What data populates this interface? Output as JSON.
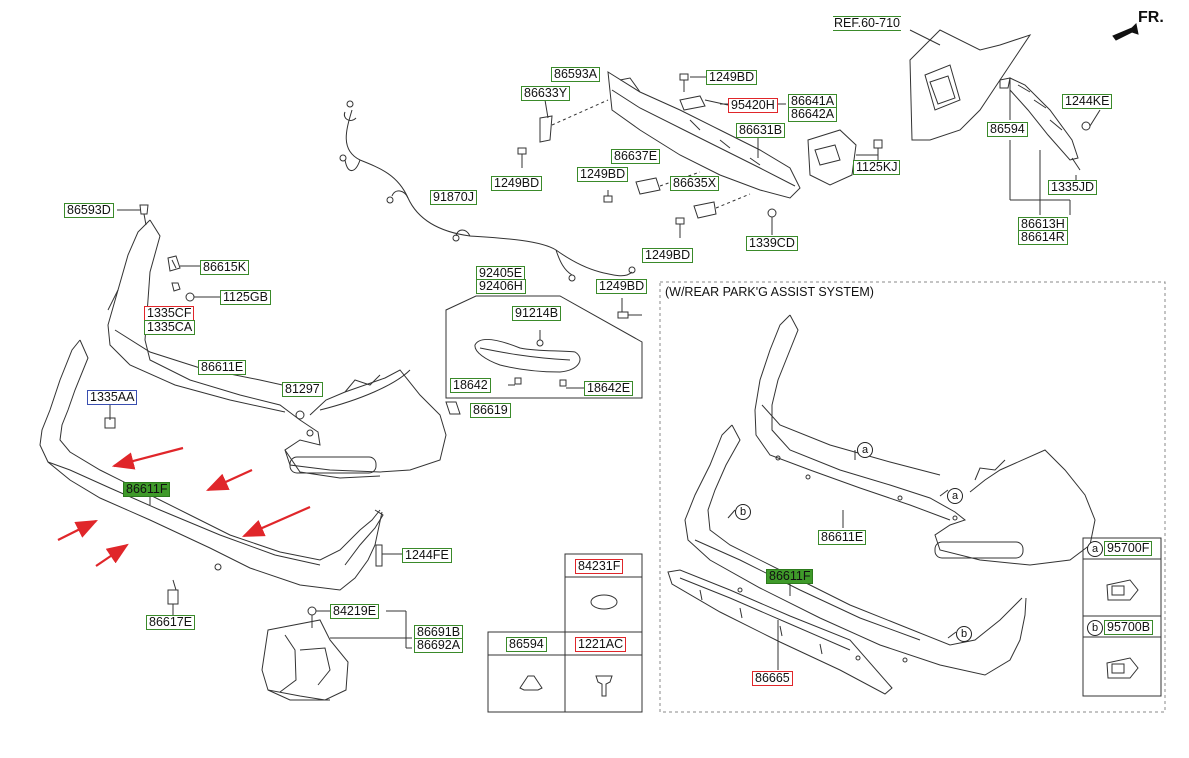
{
  "orientation": {
    "text": "FR."
  },
  "reference": {
    "text": "REF.60-710"
  },
  "section_title": "(W/REAR PARK'G ASSIST SYSTEM)",
  "callouts": {
    "a": "a",
    "b": "b"
  },
  "labels": {
    "l86593D": "86593D",
    "l86615K": "86615K",
    "l1125GB": "1125GB",
    "l1335CF": "1335CF",
    "l1335CA": "1335CA",
    "l86611E": "86611E",
    "l81297": "81297",
    "l1335AA": "1335AA",
    "l86619": "86619",
    "l86611F": "86611F",
    "l1244FE": "1244FE",
    "l86617E": "86617E",
    "l84219E": "84219E",
    "l86691B": "86691B",
    "l86692A": "86692A",
    "l86593A": "86593A",
    "l86633Y": "86633Y",
    "l1249BD_a": "1249BD",
    "l1249BD_b": "1249BD",
    "l1249BD_c": "1249BD",
    "l1249BD_d": "1249BD",
    "l1249BD_e": "1249BD",
    "l95420H": "95420H",
    "l86641A": "86641A",
    "l86642A": "86642A",
    "l86631B": "86631B",
    "l86637E": "86637E",
    "l86635X": "86635X",
    "l1125KJ": "1125KJ",
    "l1339CD": "1339CD",
    "l91870J": "91870J",
    "l92405E": "92405E",
    "l92406H": "92406H",
    "l91214B": "91214B",
    "l18642": "18642",
    "l18642E": "18642E",
    "l1244KE": "1244KE",
    "l86594": "86594",
    "l1335JD": "1335JD",
    "l86613H": "86613H",
    "l86614R": "86614R",
    "l86611E_r": "86611E",
    "l86611F_r": "86611F",
    "l86665": "86665"
  },
  "parts_table": {
    "c1_header": "86594",
    "c2_header_top": "84231F",
    "c2_header": "1221AC"
  },
  "sensor_table": {
    "a_num": "95700F",
    "b_num": "95700B"
  },
  "colors": {
    "label_border_green": "#3a8a2a",
    "label_border_red": "#e0262a",
    "label_border_blue": "#3a4fb0",
    "highlight_fill": "#3f9a2a",
    "arrow_red": "#e0262a"
  }
}
